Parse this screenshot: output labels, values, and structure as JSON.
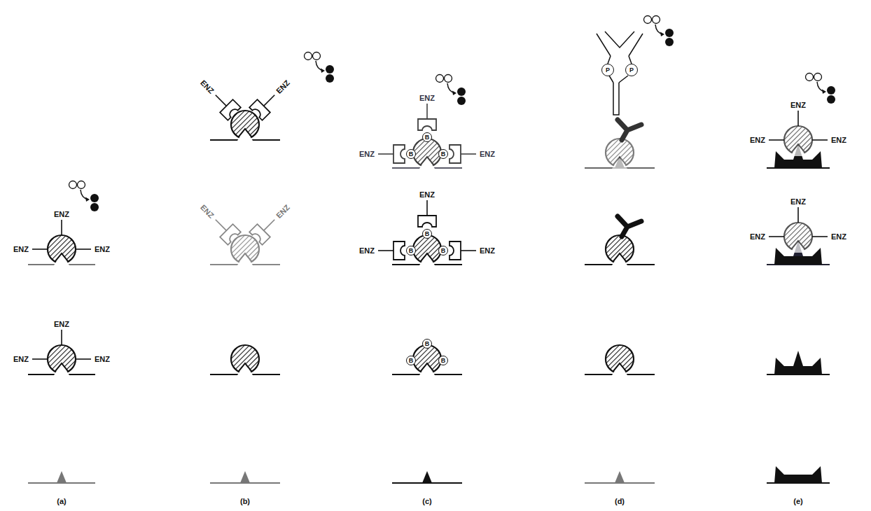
{
  "diagram": {
    "nodes": [
      {
        "text": [
          "B"
        ]
      },
      {
        "text": [
          "B"
        ]
      },
      {
        "text": [
          "B"
        ]
      },
      {
        "text": [
          "P"
        ]
      },
      {
        "text": [
          "P"
        ]
      },
      {
        "text": [
          "B"
        ]
      },
      {
        "text": [
          "B"
        ]
      },
      {
        "text": [
          "B"
        ]
      },
      {
        "text": [
          "B"
        ]
      },
      {
        "text": [
          "B"
        ]
      },
      {
        "text": [
          "B"
        ]
      }
    ],
    "labels": [
      "ENZ",
      "ENZ",
      "ENZ",
      "ENZ",
      "ENZ",
      "ENZ",
      "ENZ",
      "ENZ",
      "ENZ",
      "ENZ",
      "ENZ",
      "ENZ",
      "ENZ",
      "ENZ",
      "ENZ",
      "ENZ",
      "ENZ",
      "ENZ",
      "ENZ",
      "ENZ",
      "ENZ",
      "ENZ",
      "(a)",
      "(b)",
      "(c)",
      "(d)",
      "(e)"
    ]
  }
}
